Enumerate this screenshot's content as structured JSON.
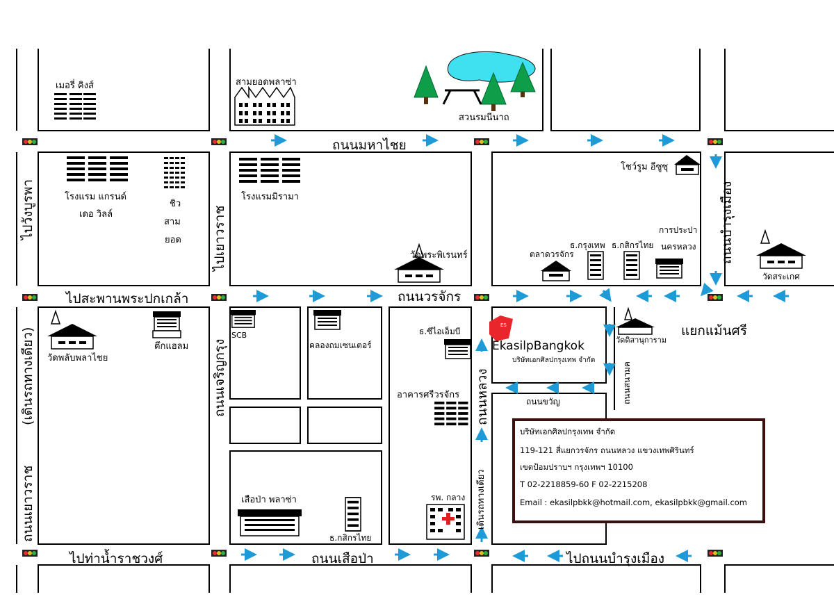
{
  "roads": {
    "mahachai": "ถนนมหาไชย",
    "worachak": "ถนนวรจักร",
    "suea_pa": "ถนนเสือป่า",
    "to_wang_burapha": "ไปวังบูรพา",
    "to_yaowarat": "ไปเยาวราช",
    "to_phra_pokklao_bridge": "ไปสะพานพระปกเกล้า",
    "charoen_krung": "ถนนเจริญกรุง",
    "luang": "ถนนหลวง",
    "one_way": "เดินรถทางเดียว",
    "one_way_paren": "(เดินรถทางเดียว)",
    "yaowarat": "ถนนเยาวราช",
    "to_ratchawong_pier": "ไปท่าน้ำราชวงศ์",
    "to_bamrung_mueang": "ไปถนนบำรุงเมือง",
    "bamrung_mueang": "ถนนบำรุงเมือง",
    "khwan": "ถนนขวัญ",
    "sanam": "ถนนสนามค",
    "maen_si_junction": "แยกแม้นศรี"
  },
  "places": {
    "merry_kings": "เมอรี่ คิงส์",
    "sam_yot_plaza": "สามยอดพลาซ่า",
    "suan_rommaninat": "สวนรมนีนาถ",
    "grand_ville_1": "โรงแรม แกรนด์",
    "grand_ville_2": "เดอ วิลล์",
    "chew_1": "ชิว",
    "chew_2": "สาม",
    "chew_3": "ยอด",
    "mirama": "โรงแรมมิรามา",
    "wat_phirenthorn": "วัดพระพิเรนทร์",
    "isuzu": "โชว์รูม อีซูซุ",
    "worachak_market": "ตลาดวรจักร",
    "bangkok_bank": "ธ.กรุงเทพ",
    "kasikorn_1": "ธ.กสิกรไทย",
    "mwa_1": "การประปา",
    "mwa_2": "นครหลวง",
    "wat_sraket": "วัดสระเกศ",
    "wat_plab": "วัดพลับพลาไชย",
    "tuk_hollam": "ตึกแฮลม",
    "scb": "SCB",
    "klong_thom_center": "คลองถมเซนเตอร์",
    "cimb": "ธ.ซีไอเอ็มบี",
    "ekasilp_brand": "EkasilpBangkok",
    "ekasilp_sub": "บริษัทเอกศิลปกรุงเทพ จำกัด",
    "logo_es": "ES",
    "wat_ditsaram": "วัดดิสานุการาม",
    "srivorachak": "อาคารศรีวรจักร",
    "suea_pa_plaza": "เสือป่า พลาซ่า",
    "kasikorn_2": "ธ.กสิกรไทย",
    "central_hospital": "รพ. กลาง"
  },
  "card": {
    "company": "บริษัทเอกศิลปกรุงเทพ จำกัด",
    "address1": "119-121 สี่แยกวรจักร ถนนหลวง  แขวงเทพศิรินทร์",
    "address2": "เขตป้อมปราบฯ กรุงเทพฯ 10100",
    "phone": "T 02-2218859-60  F 02-2215208",
    "email": "Email : ekasilpbkk@hotmail.com, ekasilpbkk@gmail.com"
  },
  "colors": {
    "arrow": "#1e9ad6",
    "pond": "#3fe0f0",
    "tree": "#0e9e4a",
    "logo": "#e8262b",
    "card_border": "#3b0f0f",
    "hospital_cross": "#e02020"
  }
}
